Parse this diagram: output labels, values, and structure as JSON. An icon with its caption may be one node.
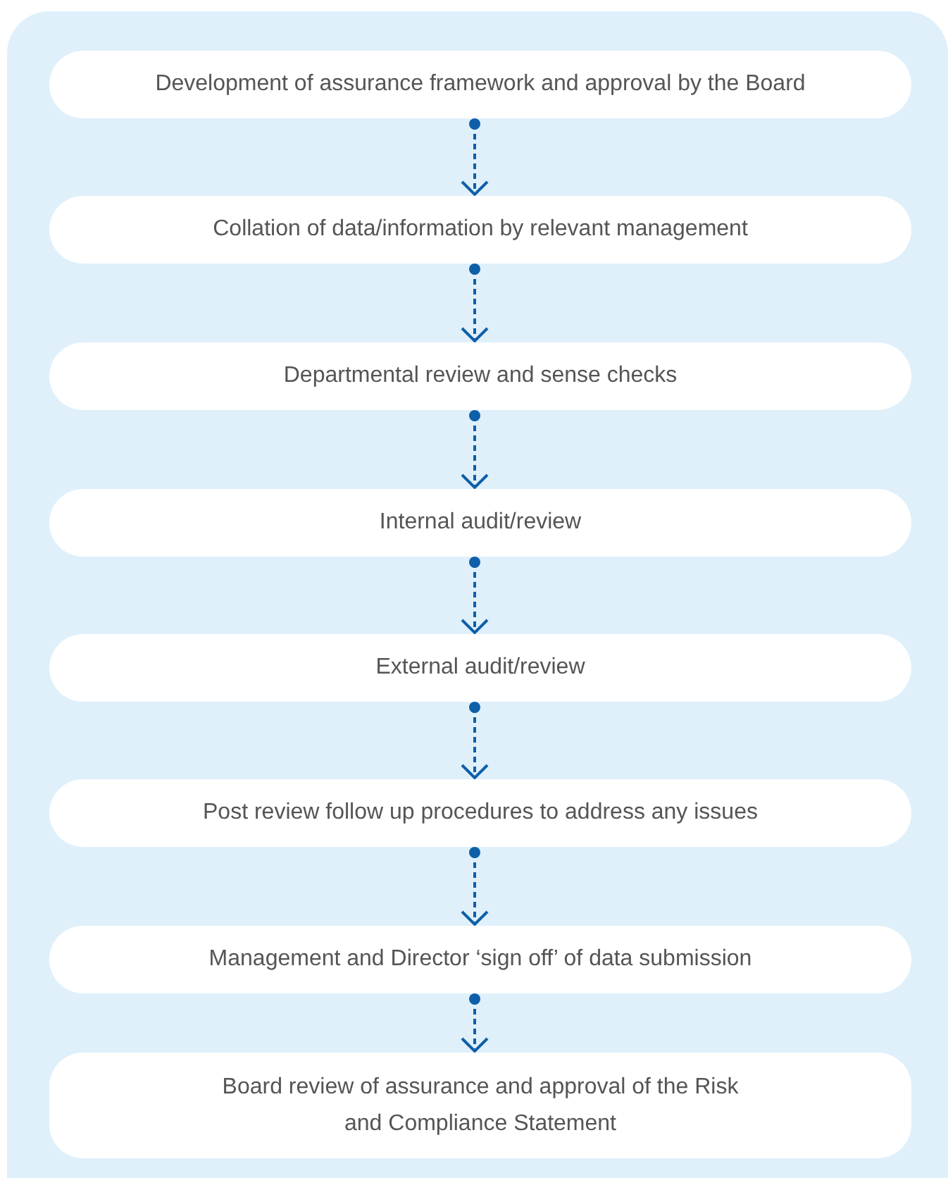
{
  "diagram": {
    "nodes": [
      {
        "text": [
          "Development of assurance framework and approval by the Board"
        ]
      },
      {
        "text": [
          "Collation of data/information by relevant management"
        ]
      },
      {
        "text": [
          "Departmental review and sense checks"
        ]
      },
      {
        "text": [
          "Internal audit/review"
        ]
      },
      {
        "text": [
          "External audit/review"
        ]
      },
      {
        "text": [
          "Post review follow up procedures to address any issues"
        ]
      },
      {
        "text": [
          "Management and Director ‘sign off’ of data submission"
        ]
      },
      {
        "text": [
          "Board review of assurance and approval of the Risk and Compliance Statement"
        ]
      }
    ],
    "edges": [
      {
        "from": 0,
        "to": 1,
        "arrow": "to"
      },
      {
        "from": 1,
        "to": 2,
        "arrow": "to"
      },
      {
        "from": 2,
        "to": 3,
        "arrow": "to"
      },
      {
        "from": 3,
        "to": 4,
        "arrow": "to"
      },
      {
        "from": 4,
        "to": 5,
        "arrow": "to"
      },
      {
        "from": 5,
        "to": 6,
        "arrow": "to"
      },
      {
        "from": 6,
        "to": 7,
        "arrow": "to"
      }
    ]
  }
}
